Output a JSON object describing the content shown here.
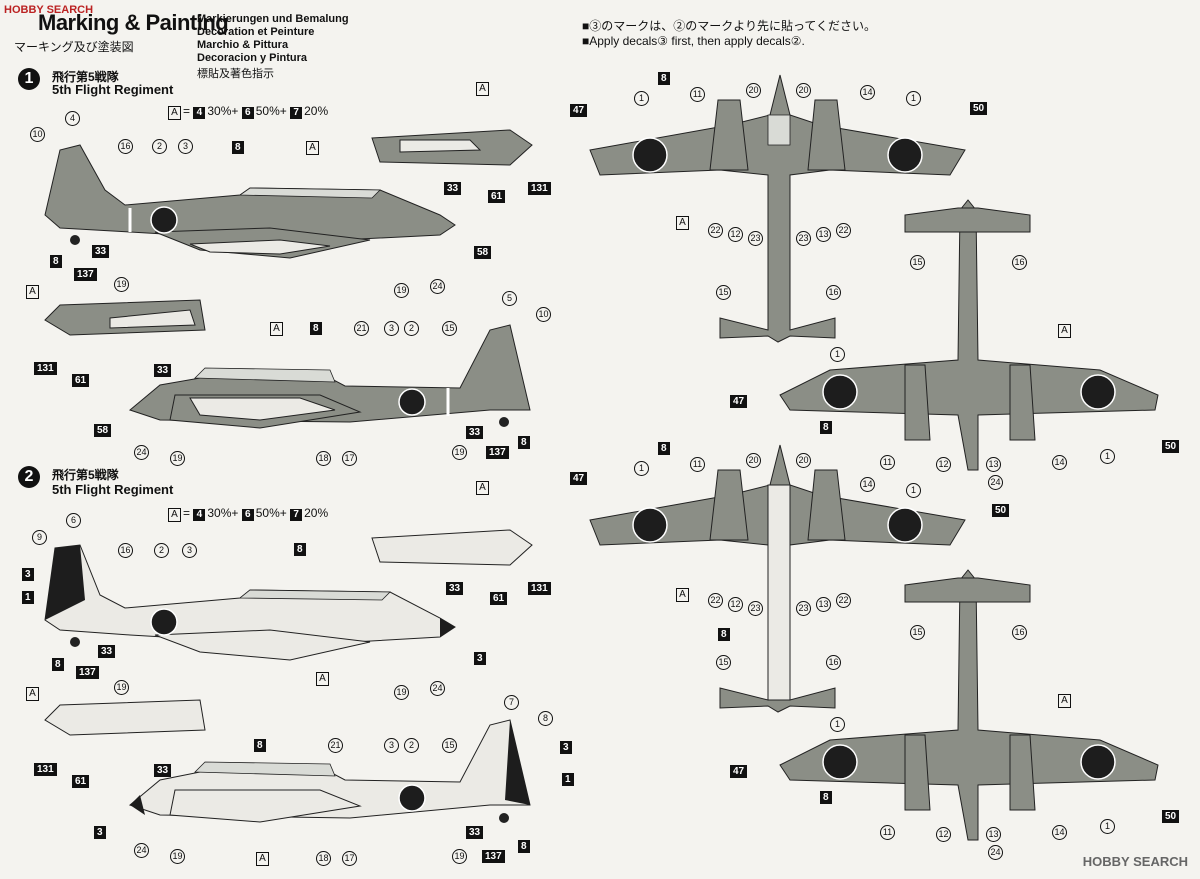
{
  "header": {
    "site_logo": "HOBBY SEARCH",
    "title": "Marking & Painting",
    "title_jp": "マーキング及び塗装図",
    "languages": [
      "Markierungen und Bemalung",
      "Decoration et Peinture",
      "Marchio & Pittura",
      "Decoracion y Pintura",
      "標貼及著色指示"
    ]
  },
  "notes": {
    "jp": "■③のマークは、②のマークより先に貼ってください。",
    "en": "■Apply decals③ first, then apply decals②."
  },
  "schemes": [
    {
      "number": "1",
      "title_jp": "飛行第5戦隊",
      "title_en": "5th Flight Regiment",
      "mix": {
        "box": "A",
        "parts": [
          {
            "code": "4",
            "pct": "30%+"
          },
          {
            "code": "6",
            "pct": "50%+"
          },
          {
            "code": "7",
            "pct": "20%"
          }
        ]
      }
    },
    {
      "number": "2",
      "title_jp": "飛行第5戦隊",
      "title_en": "5th Flight Regiment",
      "mix": {
        "box": "A",
        "parts": [
          {
            "code": "4",
            "pct": "30%+"
          },
          {
            "code": "6",
            "pct": "50%+"
          },
          {
            "code": "7",
            "pct": "20%"
          }
        ]
      }
    }
  ],
  "callouts": {
    "c1": "1",
    "c2": "2",
    "c3": "3",
    "c4": "4",
    "c5": "5",
    "c6": "6",
    "c7": "7",
    "c8": "8",
    "c9": "9",
    "c10": "10",
    "c11": "11",
    "c12": "12",
    "c13": "13",
    "c14": "14",
    "c15": "15",
    "c16": "16",
    "c17": "17",
    "c18": "18",
    "c19": "19",
    "c20": "20",
    "c21": "21",
    "c22": "22",
    "c23": "23",
    "c24": "24",
    "b1": "1",
    "b3": "3",
    "b8": "8",
    "b33": "33",
    "b47": "47",
    "b50": "50",
    "b58": "58",
    "b61": "61",
    "b131": "131",
    "b137": "137",
    "a": "A"
  },
  "colors": {
    "paper": "#f4f3ef",
    "camouflage_grey": "#8b8e86",
    "natural_metal": "#ebeae5",
    "hinomaru": "#1d1d1d"
  }
}
